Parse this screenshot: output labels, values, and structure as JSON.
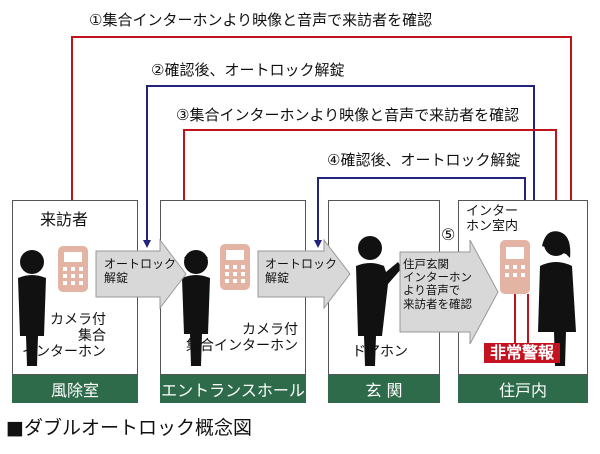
{
  "steps": {
    "s1": "①集合インターホンより映像と音声で来訪者を確認",
    "s2": "②確認後、オートロック解錠",
    "s3": "③集合インターホンより映像と音声で来訪者を確認",
    "s4": "④確認後、オートロック解錠",
    "s5": "⑤"
  },
  "zones": {
    "z1": "風除室",
    "z2": "エントランスホール",
    "z3": "玄 関",
    "z4": "住戸内"
  },
  "labels": {
    "visitor": "来訪者",
    "camera_intercom_1": [
      "カメラ付",
      "集合",
      "インターホン"
    ],
    "camera_intercom_2": [
      "カメラ付",
      "集合インターホン"
    ],
    "door_phone": "ドアホン",
    "indoor_intercom": [
      "インター",
      "ホン室内"
    ],
    "autolock_1": [
      "オートロック",
      "解錠"
    ],
    "autolock_2": [
      "オートロック",
      "解錠"
    ],
    "unit_entry": [
      "住戸玄関",
      "インターホン",
      "より音声で",
      "来訪者を確認"
    ],
    "emergency_alarm": "非常警報"
  },
  "caption": "■ダブルオートロック概念図",
  "colors": {
    "red_line": "#c0141c",
    "blue_line": "#22237a",
    "zone_bg": "#2d6b4a",
    "intercom": "#e3b3a3",
    "arrow_fill": "#d8d8d8",
    "alarm_bg": "#c41220"
  }
}
